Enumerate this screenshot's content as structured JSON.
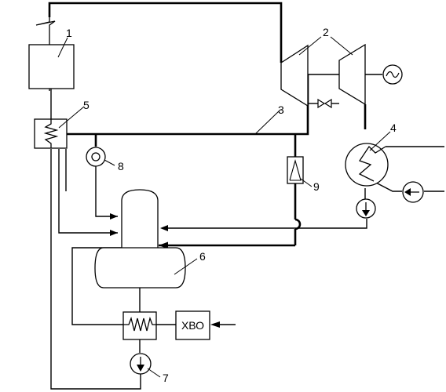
{
  "labels": {
    "boiler": "1",
    "turbine": "2",
    "steam_line": "3",
    "condenser": "4",
    "heater": "5",
    "deaerator": "6",
    "feed_pump": "7",
    "reducing_valve": "8",
    "valve": "9"
  },
  "water_treatment": {
    "text": "ХВО"
  },
  "generator": {
    "symbol": "~"
  }
}
